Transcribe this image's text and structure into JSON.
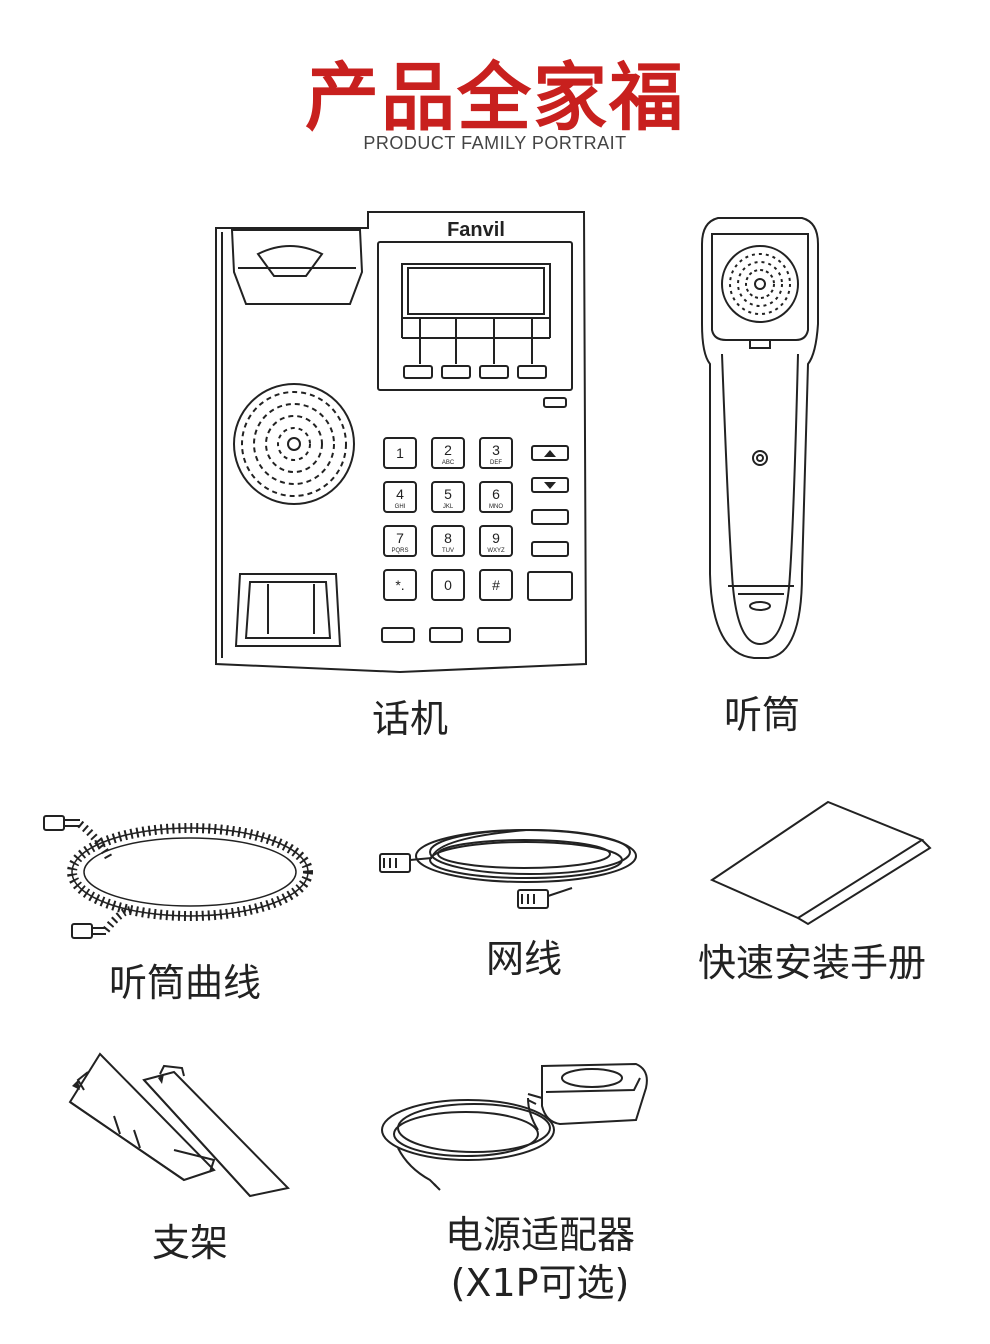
{
  "header": {
    "title": "产品全家福",
    "subtitle": "PRODUCT FAMILY PORTRAIT"
  },
  "items": {
    "phone": {
      "label": "话机",
      "brand": "Fanvil"
    },
    "handset": {
      "label": "听筒"
    },
    "handset_cord": {
      "label": "听筒曲线"
    },
    "network_cable": {
      "label": "网线"
    },
    "quick_guide": {
      "label": "快速安装手册"
    },
    "stand": {
      "label": "支架"
    },
    "power_adapter": {
      "label": "电源适配器",
      "note": "(X1P可选)"
    }
  },
  "keypad": {
    "keys": [
      {
        "main": "1",
        "sub": ""
      },
      {
        "main": "2",
        "sub": "ABC"
      },
      {
        "main": "3",
        "sub": "DEF"
      },
      {
        "main": "4",
        "sub": "GHI"
      },
      {
        "main": "5",
        "sub": "JKL"
      },
      {
        "main": "6",
        "sub": "MNO"
      },
      {
        "main": "7",
        "sub": "PQRS"
      },
      {
        "main": "8",
        "sub": "TUV"
      },
      {
        "main": "9",
        "sub": "WXYZ"
      },
      {
        "main": "*.",
        "sub": ""
      },
      {
        "main": "0",
        "sub": ""
      },
      {
        "main": "#",
        "sub": ""
      }
    ]
  },
  "colors": {
    "title": "#c8201e",
    "line": "#222222"
  }
}
